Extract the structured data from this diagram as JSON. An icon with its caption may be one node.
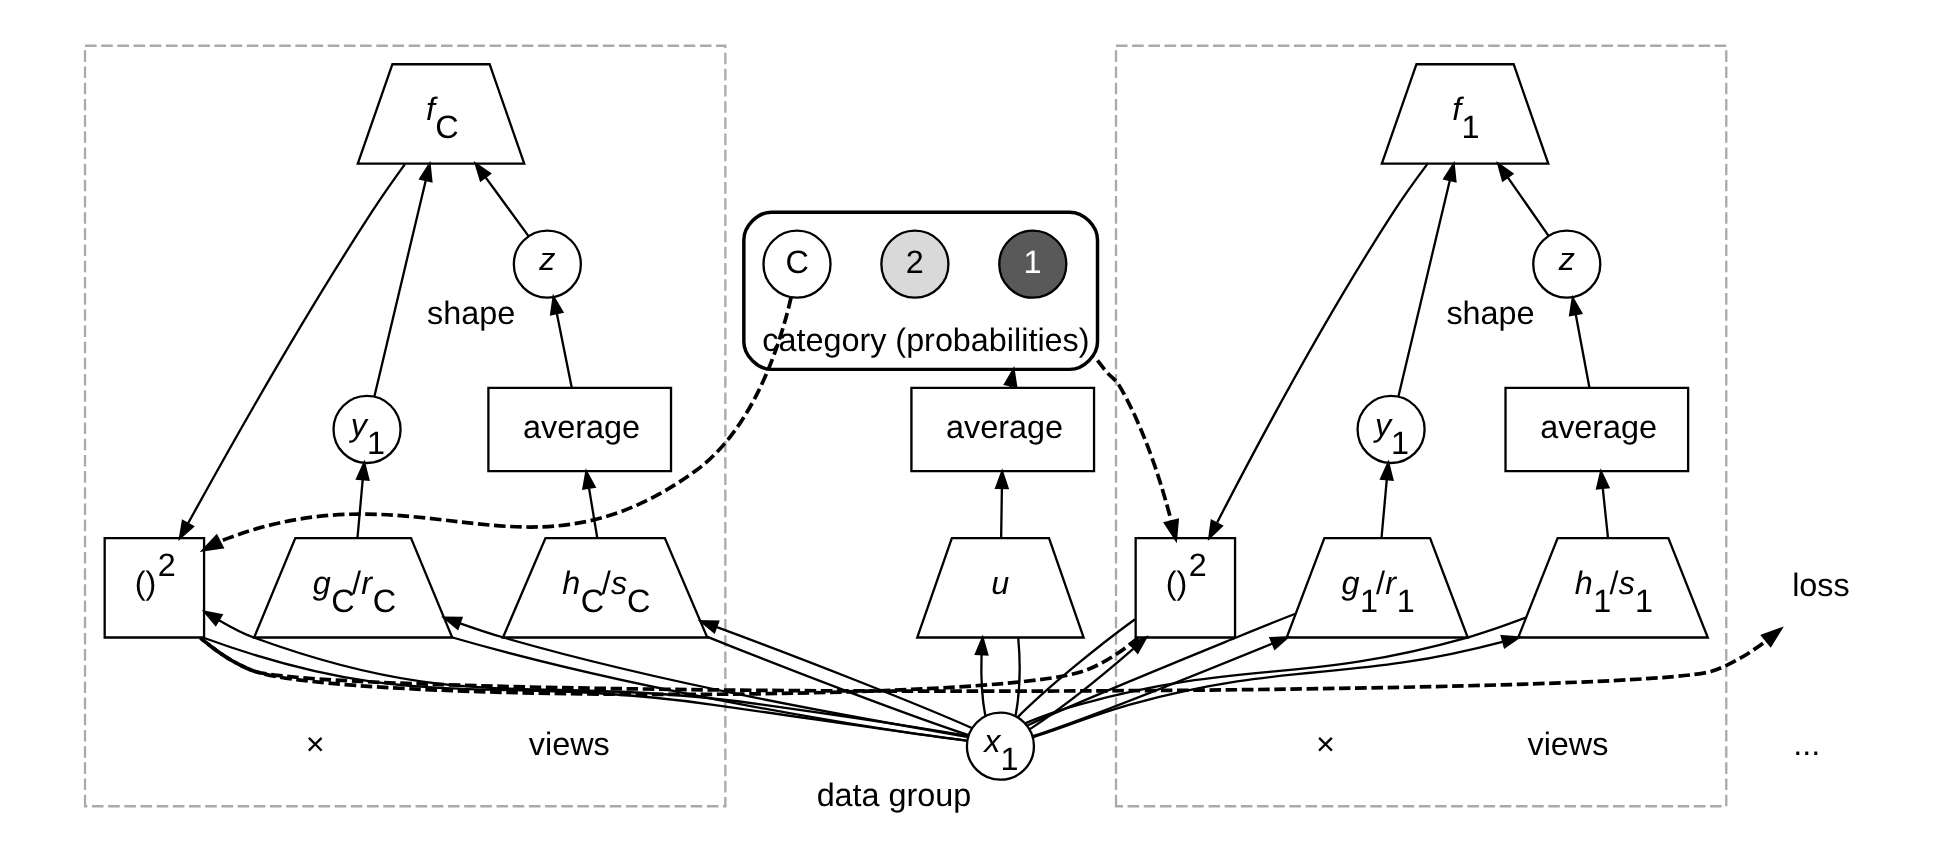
{
  "diagram": {
    "nodes": [
      {
        "text": [],
        "shape": "box"
      },
      {
        "text": [
          "*z*"
        ],
        "in": 0,
        "beside": [
          "shape"
        ]
      },
      {
        "text": [
          "average"
        ],
        "in": 0
      },
      {
        "text": [
          "*h*$_{1}$/*s*$_{1}$"
        ],
        "in": 0
      },
      {
        "text": [
          "*g*$_{1}$/*r*$_{1}$"
        ],
        "in": 0
      },
      {
        "text": [
          "*y*$_{1}$"
        ],
        "in": 0
      },
      {
        "text": [
          "*f*$_{1}$"
        ],
        "in": 0
      },
      {
        "text": [
          "()$^{2}$"
        ],
        "in": 0
      },
      {
        "text": [],
        "shape": "box"
      },
      {
        "text": [
          "*z*"
        ],
        "in": 8,
        "beside": [
          "shape"
        ]
      },
      {
        "text": [
          "average"
        ],
        "in": 8
      },
      {
        "text": [
          "*h*$_{C}$/*s*$_{C}$"
        ],
        "in": 8
      },
      {
        "text": [
          "*g*$_{C}$/*r*$_{C}$"
        ],
        "in": 8
      },
      {
        "text": [
          "*y*$_{1}$"
        ],
        "in": 8
      },
      {
        "text": [
          "*f*$_{C}$"
        ],
        "in": 8
      },
      {
        "text": [
          "()$^{2}$"
        ],
        "in": 8
      },
      {
        "text": [
          "category (probabilities)"
        ]
      },
      {
        "text": [
          "1"
        ],
        "in": 16
      },
      {
        "text": [
          "2"
        ],
        "in": 16
      },
      {
        "text": [
          "C"
        ],
        "in": 16
      },
      {
        "text": [
          "average"
        ]
      },
      {
        "text": [
          "*u*"
        ]
      },
      {
        "text": [
          "*x*$_{1}$"
        ],
        "beside": [
          "data group"
        ]
      },
      {
        "text": [
          "loss"
        ]
      }
    ],
    "edges": [
      {
        "from": 2,
        "to": 1,
        "arrow": "to"
      },
      {
        "from": 3,
        "to": 2,
        "arrow": "to"
      },
      {
        "from": 4,
        "to": 5,
        "arrow": "to"
      },
      {
        "from": 1,
        "to": 6,
        "arrow": "to"
      },
      {
        "from": 5,
        "to": 6,
        "arrow": "to"
      },
      {
        "from": 6,
        "to": 7,
        "arrow": "to"
      },
      {
        "from": 22,
        "to": 3,
        "arrow": "to"
      },
      {
        "from": 3,
        "to": 22,
        "arrow": "none"
      },
      {
        "from": 22,
        "to": 4,
        "arrow": "to"
      },
      {
        "from": 4,
        "to": 22,
        "arrow": "none"
      },
      {
        "from": 22,
        "to": 7,
        "arrow": "to"
      },
      {
        "from": 7,
        "to": 22,
        "arrow": "none"
      },
      {
        "from": 10,
        "to": 9,
        "arrow": "to"
      },
      {
        "from": 11,
        "to": 10,
        "arrow": "to"
      },
      {
        "from": 12,
        "to": 13,
        "arrow": "to"
      },
      {
        "from": 9,
        "to": 14,
        "arrow": "to"
      },
      {
        "from": 13,
        "to": 14,
        "arrow": "to"
      },
      {
        "from": 14,
        "to": 15,
        "arrow": "to"
      },
      {
        "from": 22,
        "to": 11,
        "arrow": "to"
      },
      {
        "from": 11,
        "to": 22,
        "arrow": "none"
      },
      {
        "from": 22,
        "to": 12,
        "arrow": "to"
      },
      {
        "from": 12,
        "to": 22,
        "arrow": "none"
      },
      {
        "from": 22,
        "to": 15,
        "arrow": "to"
      },
      {
        "from": 15,
        "to": 22,
        "arrow": "none"
      },
      {
        "from": 22,
        "to": 21,
        "arrow": "to"
      },
      {
        "from": 21,
        "to": 22,
        "arrow": "none"
      },
      {
        "from": 21,
        "to": 20,
        "arrow": "to"
      },
      {
        "from": 20,
        "to": 16,
        "arrow": "to"
      },
      {
        "from": 16,
        "to": 7,
        "arrow": "to",
        "style": "dashed"
      },
      {
        "from": 19,
        "to": 15,
        "arrow": "to",
        "style": "dashed"
      },
      {
        "from": 7,
        "to": 15,
        "arrow": "none",
        "style": "dashed"
      },
      {
        "from": 15,
        "to": 23,
        "arrow": "to",
        "style": "dashed"
      }
    ],
    "labels": [
      "views",
      "×",
      "...",
      "views",
      "×"
    ]
  }
}
